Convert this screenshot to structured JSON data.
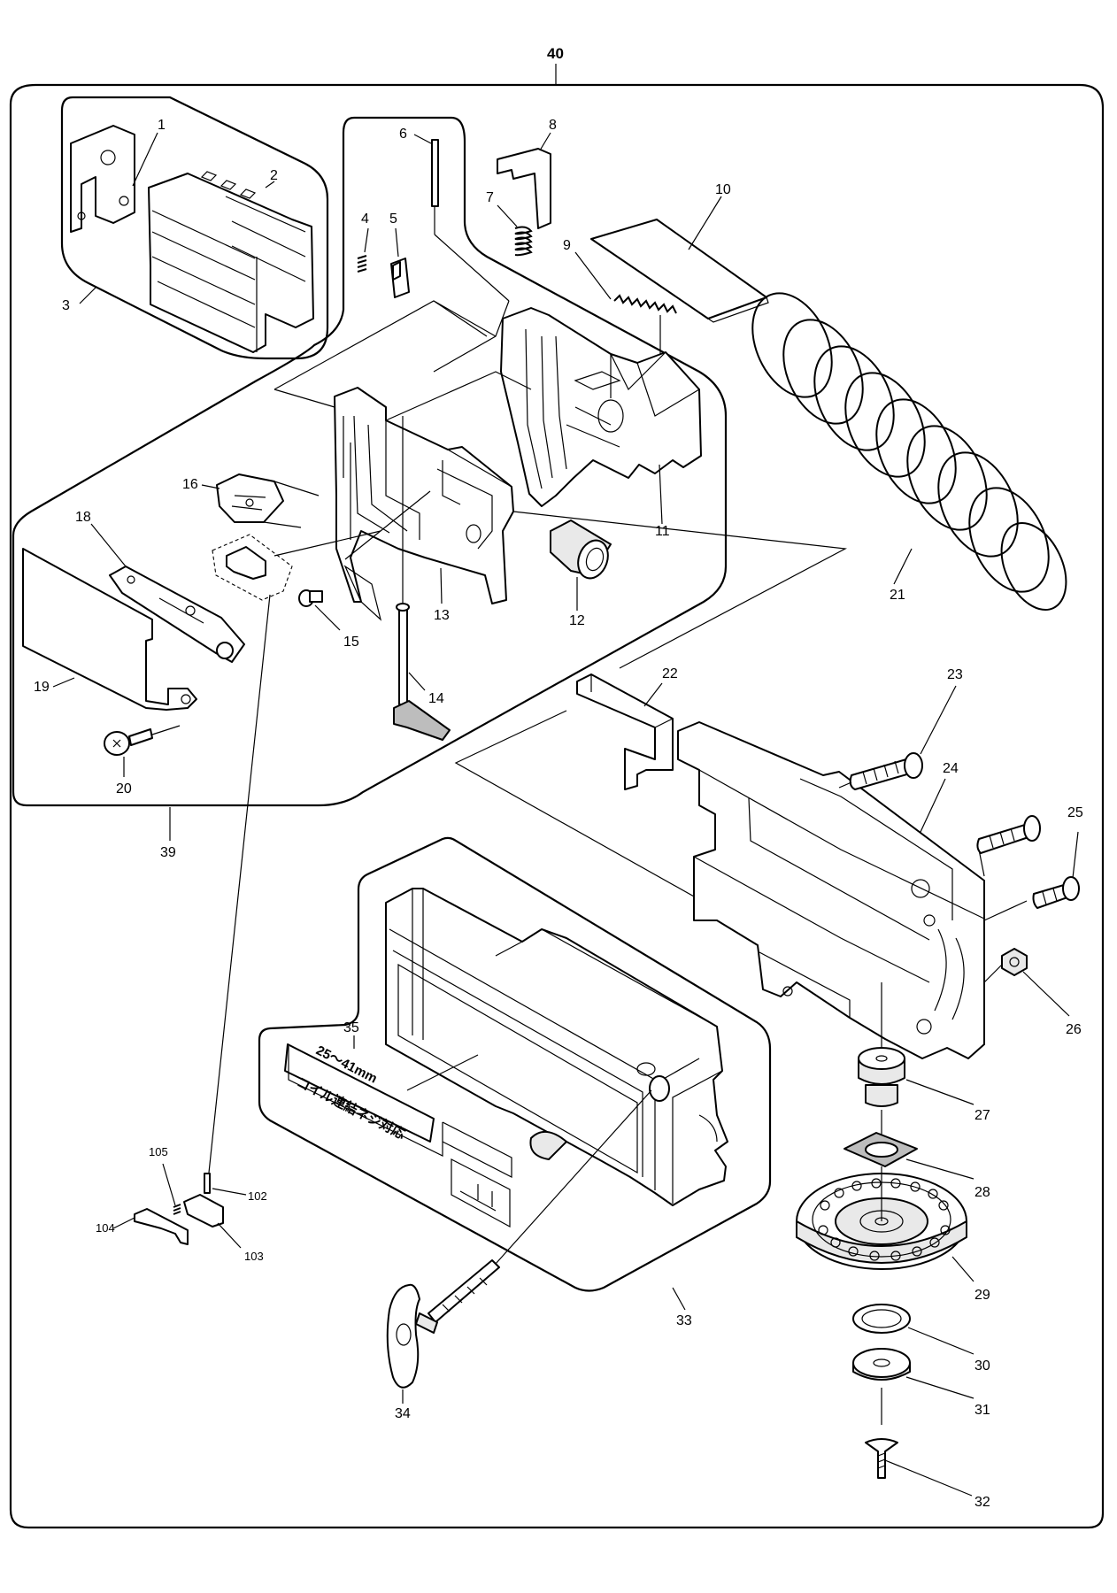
{
  "diagram": {
    "assembly_number": "40",
    "part_numbers": [
      "1",
      "2",
      "3",
      "4",
      "5",
      "6",
      "7",
      "8",
      "9",
      "10",
      "11",
      "12",
      "13",
      "14",
      "15",
      "16",
      "18",
      "19",
      "20",
      "21",
      "22",
      "23",
      "24",
      "25",
      "26",
      "27",
      "28",
      "29",
      "30",
      "31",
      "32",
      "33",
      "34",
      "35",
      "39"
    ],
    "sub_part_numbers": [
      "102",
      "103",
      "104",
      "105"
    ],
    "label_plate": {
      "range": "25～41mm",
      "japanese_text": "コイル連結ネジ対応"
    }
  }
}
